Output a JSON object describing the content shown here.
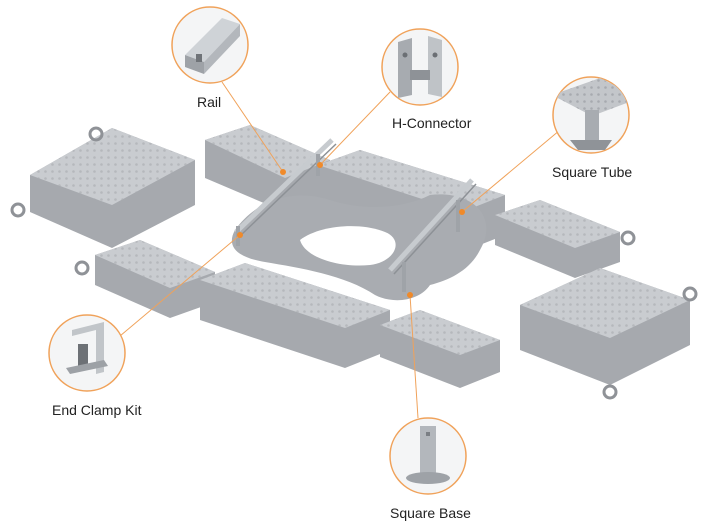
{
  "callouts": {
    "rail": {
      "label": "Rail"
    },
    "h_connector": {
      "label": "H-Connector"
    },
    "square_tube": {
      "label": "Square Tube"
    },
    "end_clamp": {
      "label": "End Clamp Kit"
    },
    "square_base": {
      "label": "Square Base"
    }
  },
  "colors": {
    "float_body": "#b9bcc0",
    "float_shade": "#9a9da2",
    "float_top": "#c9ccd0",
    "metal": "#c8ccd0",
    "metal_dark": "#8d9196",
    "callout_ring": "#f0a25a",
    "leader_line": "#f0a25a",
    "label_text": "#222222"
  },
  "icons": [
    "rail-profile-icon",
    "h-connector-icon",
    "square-tube-icon",
    "end-clamp-icon",
    "square-base-icon"
  ]
}
